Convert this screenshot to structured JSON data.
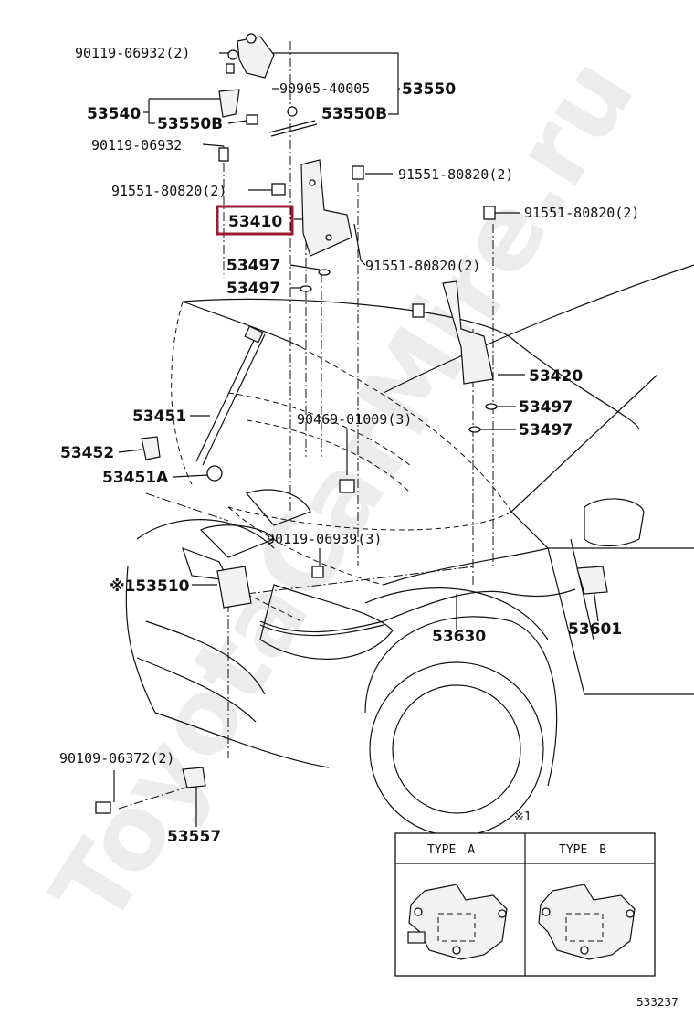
{
  "labels": {
    "p_90119_06932_2": "90119-06932(2)",
    "p_90905_40005": "90905-40005",
    "p_53550": "53550",
    "p_53540": "53540",
    "p_53550B_a": "53550B",
    "p_53550B_b": "53550B",
    "p_90119_06932": "90119-06932",
    "p_91551_80820_2_a": "91551-80820(2)",
    "p_91551_80820_2_b": "91551-80820(2)",
    "p_91551_80820_2_c": "91551-80820(2)",
    "p_91551_80820_2_d": "91551-80820(2)",
    "p_53410": "53410",
    "p_53497_a": "53497",
    "p_53497_b": "53497",
    "p_53420": "53420",
    "p_53497_c": "53497",
    "p_53497_d": "53497",
    "p_53451": "53451",
    "p_90469_01009_3": "90469-01009(3)",
    "p_53452": "53452",
    "p_53451A": "53451A",
    "p_90119_06939_3": "90119-06939(3)",
    "p_153510": "※153510",
    "p_53630": "53630",
    "p_53601": "53601",
    "p_90109_06372_2": "90109-06372(2)",
    "p_53557": "53557",
    "note_mark": "※1"
  },
  "inset": {
    "type_a": "TYPE　A",
    "type_b": "TYPE　B"
  },
  "diagram_code": "533237",
  "watermark": "ToyotaCarMire.ru",
  "highlight_color": "#9b1b30"
}
